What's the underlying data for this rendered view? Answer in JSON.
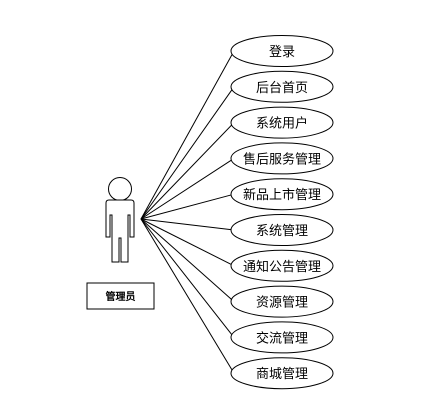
{
  "diagram": {
    "actor": {
      "label": "管理员"
    },
    "use_cases": [
      {
        "label": "登录"
      },
      {
        "label": "后台首页"
      },
      {
        "label": "系统用户"
      },
      {
        "label": "售后服务管理"
      },
      {
        "label": "新品上市管理"
      },
      {
        "label": "系统管理"
      },
      {
        "label": "通知公告管理"
      },
      {
        "label": "资源管理"
      },
      {
        "label": "交流管理"
      },
      {
        "label": "商城管理"
      }
    ]
  },
  "colors": {
    "stroke": "#000000",
    "fill": "#ffffff"
  }
}
